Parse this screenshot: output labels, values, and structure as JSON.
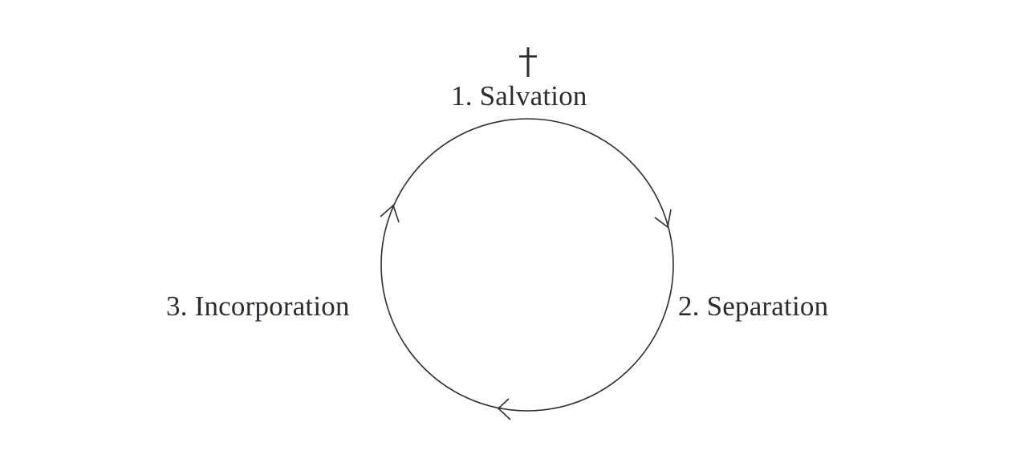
{
  "diagram": {
    "type": "cycle",
    "direction": "clockwise",
    "steps": [
      {
        "label": "1. Salvation",
        "icon": "cross-icon"
      },
      {
        "label": "2. Separation"
      },
      {
        "label": "3. Incorporation"
      }
    ],
    "colors": {
      "ink": "#2b2b31",
      "background": "#ffffff"
    }
  }
}
